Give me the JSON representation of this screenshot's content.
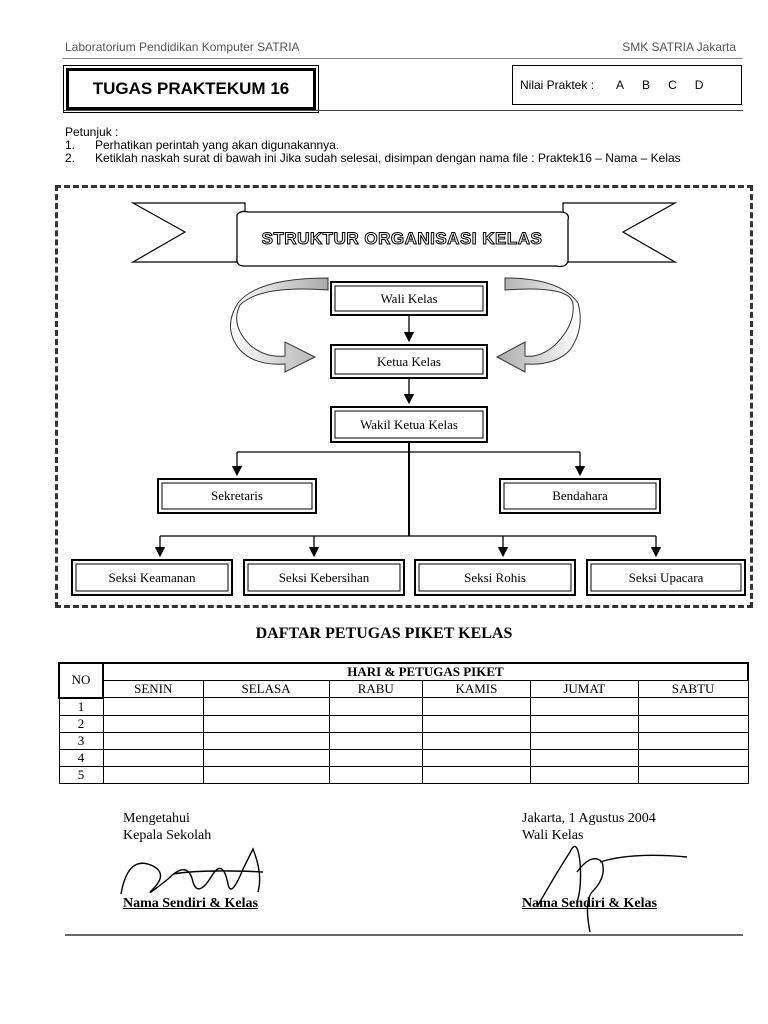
{
  "header": {
    "left": "Laboratorium Pendidikan Komputer SATRIA",
    "right": "SMK SATRIA Jakarta"
  },
  "title": "TUGAS PRAKTEKUM 16",
  "grade": {
    "label": "Nilai Praktek :",
    "options": [
      "A",
      "B",
      "C",
      "D"
    ]
  },
  "instructions": {
    "heading": "Petunjuk :",
    "items": [
      {
        "num": "1.",
        "text": "Perhatikan perintah yang akan digunakannya."
      },
      {
        "num": "2.",
        "text": "Ketiklah naskah surat di bawah ini Jika sudah selesai, disimpan dengan nama file : Praktek16 – Nama – Kelas"
      }
    ]
  },
  "org": {
    "banner": "STRUKTUR ORGANISASI KELAS",
    "wali": "Wali Kelas",
    "ketua": "Ketua Kelas",
    "wakil": "Wakil Ketua Kelas",
    "sekretaris": "Sekretaris",
    "bendahara": "Bendahara",
    "seksi": [
      "Seksi Keamanan",
      "Seksi Kebersihan",
      "Seksi Rohis",
      "Seksi Upacara"
    ]
  },
  "piket": {
    "title": "DAFTAR PETUGAS PIKET KELAS",
    "no_header": "NO",
    "group_header": "HARI & PETUGAS PIKET",
    "days": [
      "SENIN",
      "SELASA",
      "RABU",
      "KAMIS",
      "JUMAT",
      "SABTU"
    ],
    "rows": [
      "1",
      "2",
      "3",
      "4",
      "5"
    ]
  },
  "signatures": {
    "left": {
      "line1": "Mengetahui",
      "line2": "Kepala Sekolah",
      "name": "Nama Sendiri & Kelas"
    },
    "right": {
      "line1": "Jakarta, 1 Agustus 2004",
      "line2": "Wali Kelas",
      "name": "Nama Sendiri & Kelas"
    }
  }
}
